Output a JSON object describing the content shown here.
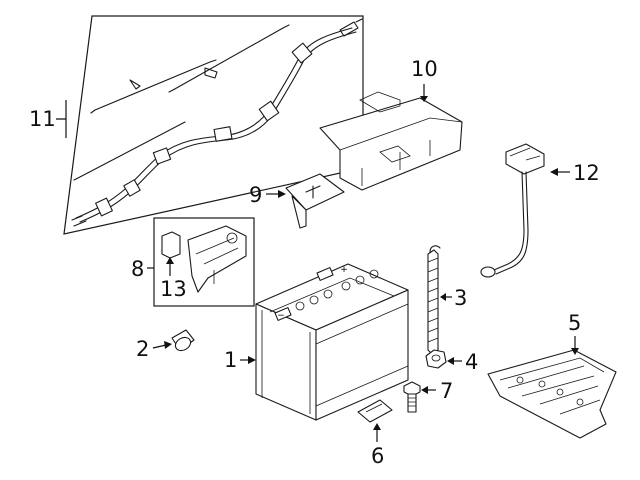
{
  "callouts": {
    "c1": "1",
    "c2": "2",
    "c3": "3",
    "c4": "4",
    "c5": "5",
    "c6": "6",
    "c7": "7",
    "c8": "8",
    "c9": "9",
    "c10": "10",
    "c11": "11",
    "c12": "12",
    "c13": "13"
  },
  "battery_symbols": {
    "plus": "+",
    "minus": "−"
  }
}
